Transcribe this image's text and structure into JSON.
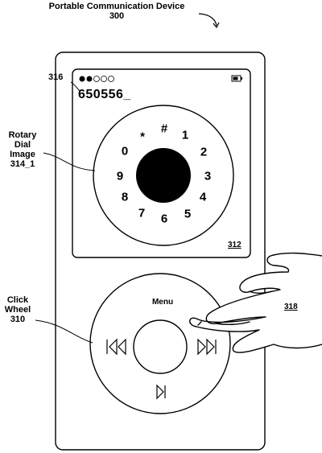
{
  "figure": {
    "title": "Portable Communication Device",
    "title_ref": "300"
  },
  "screen": {
    "ref": "312",
    "entry_ref": "316",
    "entry_text": "650556_",
    "status": {
      "signal_dots_filled": 2,
      "signal_dots_total": 5,
      "icons": [
        "signal-dots-icon",
        "battery-icon"
      ]
    }
  },
  "rotary_dial": {
    "label_lines": [
      "Rotary Dial",
      "Image",
      "314_1"
    ],
    "symbols": [
      "1",
      "2",
      "3",
      "4",
      "5",
      "6",
      "7",
      "8",
      "9",
      "0",
      "*",
      "#"
    ]
  },
  "click_wheel": {
    "label_lines": [
      "Click",
      "Wheel",
      "310"
    ],
    "menu_label": "Menu",
    "icons": [
      "previous-track-icon",
      "next-track-icon",
      "play-pause-icon"
    ]
  },
  "hand": {
    "ref": "318",
    "icon": "pointing-hand-icon"
  }
}
